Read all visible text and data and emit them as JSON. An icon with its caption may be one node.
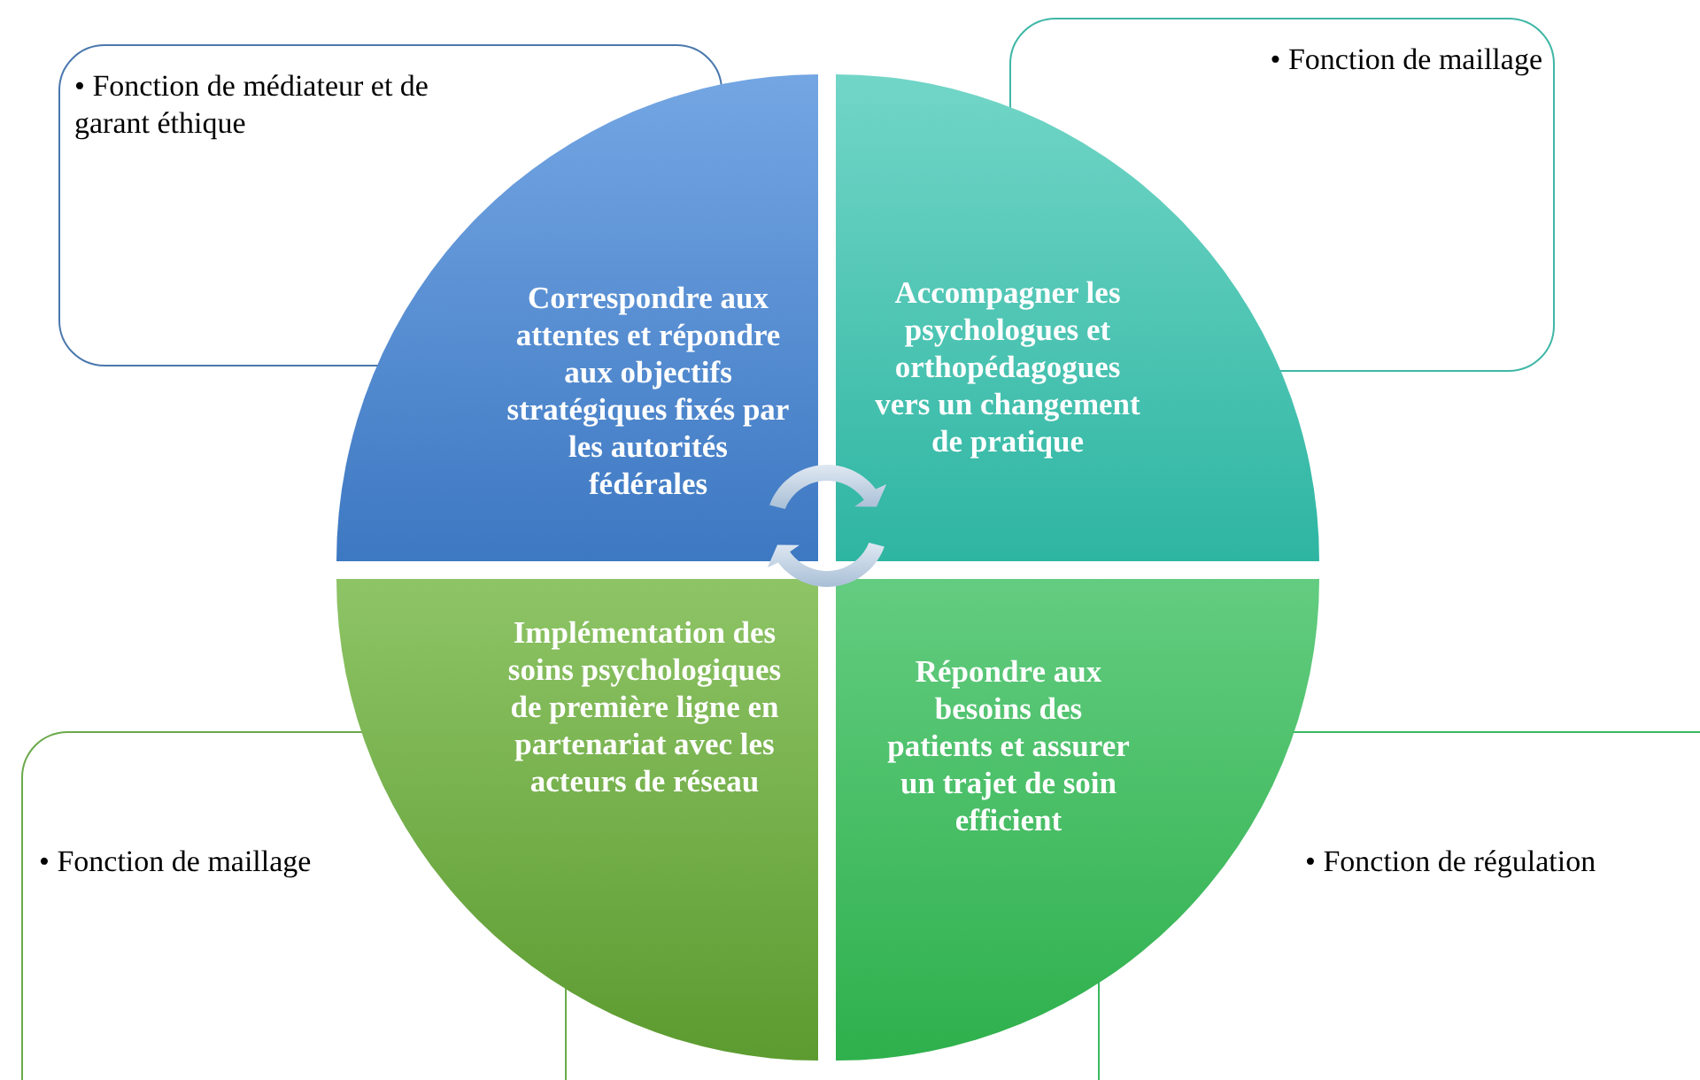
{
  "diagram": {
    "nodes": [
      {
        "text": [
          "• Fonction de médiateur et de garant éthique"
        ]
      },
      {
        "text": [
          "• Fonction de maillage"
        ]
      },
      {
        "text": [
          "Correspondre aux attentes et répondre aux objectifs stratégiques fixés par les autorités fédérales"
        ]
      },
      {
        "text": [
          "Accompagner les psychologues et orthopédagogues vers un changement de pratique"
        ]
      },
      {
        "text": [
          "Implémentation des soins psychologiques de première ligne en partenariat avec les acteurs de réseau"
        ]
      },
      {
        "text": [
          "Répondre aux besoins des patients et assurer un trajet de soin efficient"
        ]
      },
      {
        "text": [
          "• Fonction de maillage"
        ]
      },
      {
        "text": [
          "• Fonction de régulation"
        ]
      }
    ]
  }
}
